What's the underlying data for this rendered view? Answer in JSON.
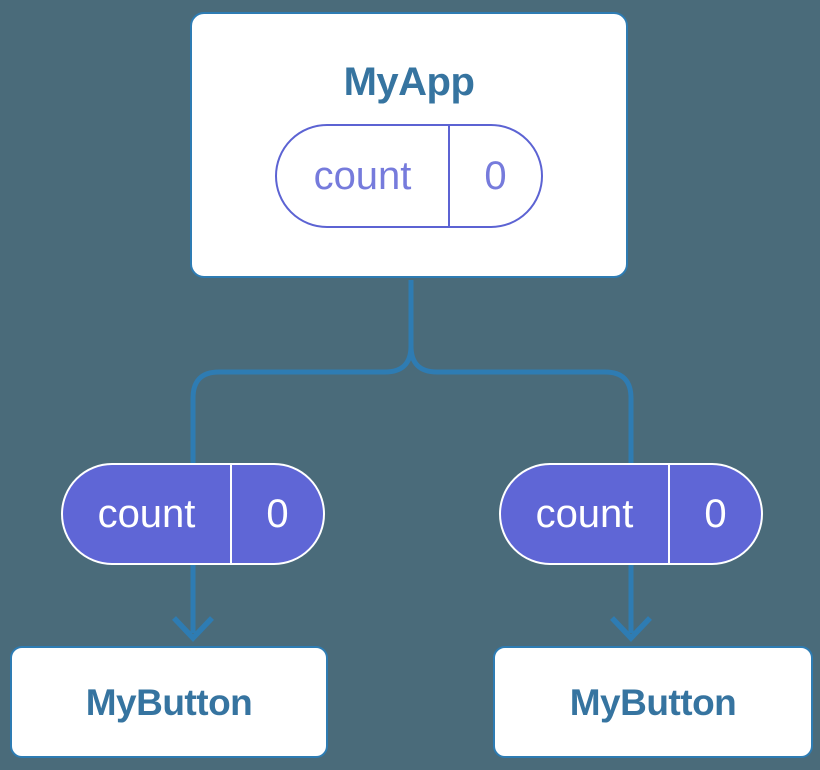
{
  "root_card": {
    "title": "MyApp",
    "state_badge": {
      "label": "count",
      "value": "0"
    }
  },
  "children": {
    "left": {
      "prop_badge": {
        "label": "count",
        "value": "0"
      },
      "title": "MyButton"
    },
    "right": {
      "prop_badge": {
        "label": "count",
        "value": "0"
      },
      "title": "MyButton"
    }
  },
  "colors": {
    "background": "#4A6B7A",
    "connector": "#2E7CB3",
    "card_border": "#2E7CB3",
    "card_title_text": "#3674A0",
    "purple_fill": "#5F66D6",
    "purple_outline": "#5C63D3",
    "purple_text": "#767BDC",
    "card_fill": "#FFFFFF"
  }
}
